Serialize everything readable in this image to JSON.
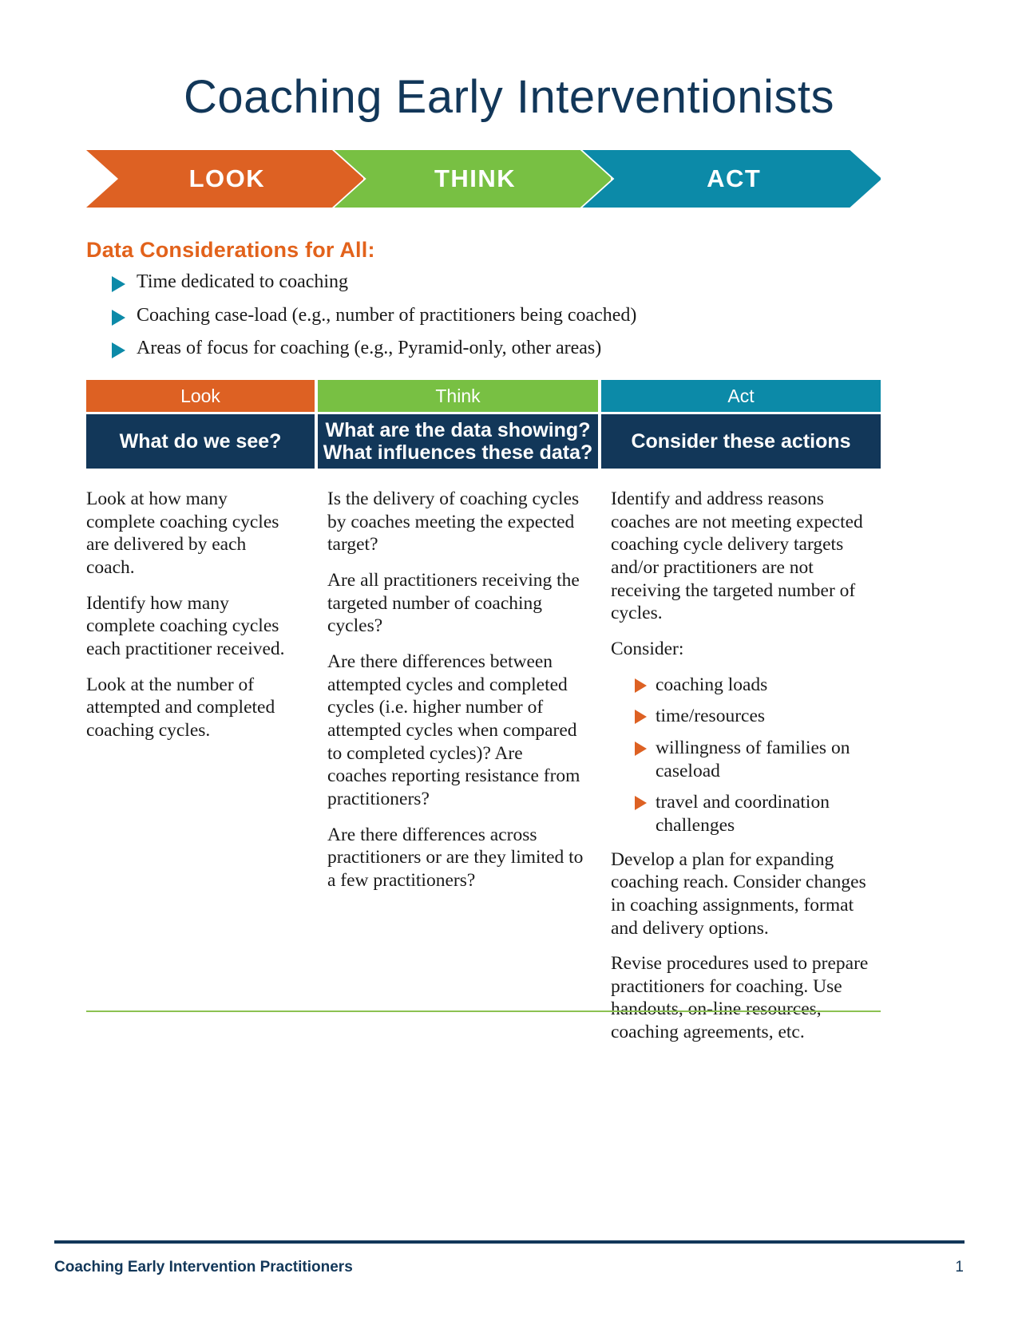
{
  "title": "Coaching Early Interventionists",
  "banner": {
    "steps": [
      {
        "label": "LOOK",
        "color": "#dd6123"
      },
      {
        "label": "THINK",
        "color": "#78c043"
      },
      {
        "label": "ACT",
        "color": "#0c8aa8"
      }
    ]
  },
  "data_considerations": {
    "heading": "Data Considerations for All:",
    "bullet_color": "#0c8aa8",
    "items": [
      "Time dedicated to coaching",
      "Coaching case-load (e.g., number of practitioners being coached)",
      "Areas of focus for coaching (e.g., Pyramid-only, other areas)"
    ]
  },
  "table": {
    "headers_top": [
      {
        "label": "Look",
        "color": "#dd6123"
      },
      {
        "label": "Think",
        "color": "#78c043"
      },
      {
        "label": "Act",
        "color": "#0c8aa8"
      }
    ],
    "headers_sub": {
      "look": "What do we see?",
      "think_line1": "What are the data showing?",
      "think_line2": "What influences these data?",
      "act": "Consider these actions",
      "color": "#123759"
    },
    "look_paragraphs": [
      "Look at how many complete coaching cycles are delivered by each coach.",
      "Identify how many complete coaching cycles each practitioner received.",
      "Look at the number of attempted and completed coaching cycles."
    ],
    "think_paragraphs": [
      "Is the delivery of coaching cycles by coaches meeting the expected target?",
      "Are all practitioners receiving the targeted number of coaching cycles?",
      "Are there differences between attempted cycles and completed cycles (i.e. higher number of attempted cycles when compared to completed cycles)?  Are coaches reporting resistance from practitioners?",
      "Are there differences across practitioners or are they limited to a few practitioners?"
    ],
    "act_intro": "Identify and address reasons coaches are not meeting expected coaching cycle delivery targets and/or practitioners are not receiving the targeted number of cycles.",
    "act_consider_label": "Consider:",
    "act_bullet_color": "#dd6123",
    "act_bullets": [
      "coaching loads",
      "time/resources",
      "willingness of families on caseload",
      "travel and coordination challenges"
    ],
    "act_paragraphs_after": [
      "Develop a plan for expanding coaching reach. Consider changes in coaching assignments, format and delivery options.",
      "Revise procedures used to prepare practitioners for coaching. Use handouts, on-line resources, coaching agreements, etc."
    ]
  },
  "footer": {
    "text": "Coaching Early Intervention Practitioners",
    "page": "1"
  }
}
